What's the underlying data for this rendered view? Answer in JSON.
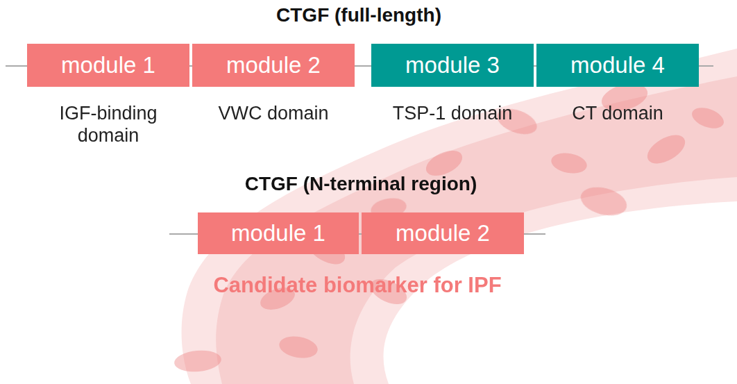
{
  "diagram": {
    "title": "CTGF (full-length)",
    "nodes": [
      {
        "text": [
          "module 1",
          "IGF-binding domain"
        ]
      },
      {
        "text": [
          "module 2",
          "VWC domain"
        ]
      },
      {
        "text": [
          "module 3",
          "TSP-1 domain"
        ]
      },
      {
        "text": [
          "module 4",
          "CT domain"
        ]
      },
      {
        "text": [
          "module 1"
        ]
      },
      {
        "text": [
          "module 2"
        ]
      }
    ],
    "labels": [
      "CTGF (N-terminal region)",
      "Candidate biomarker for IPF"
    ]
  }
}
